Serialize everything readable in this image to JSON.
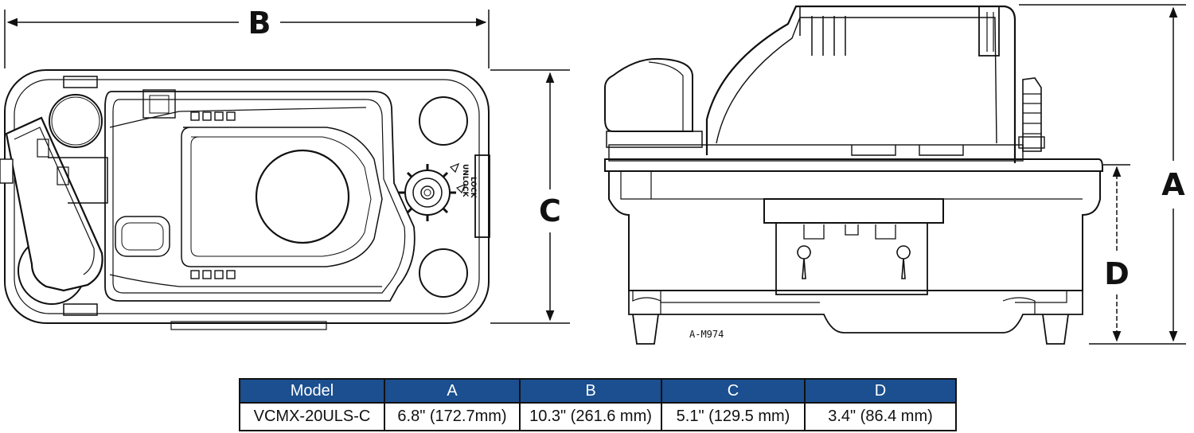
{
  "dimension_labels": {
    "a": "A",
    "b": "B",
    "c": "C",
    "d": "D"
  },
  "lock_labels": {
    "unlock": "UNLOCK",
    "lock": "LOCK"
  },
  "drawing_code": "A-M974",
  "spec_table": {
    "headers": [
      "Model",
      "A",
      "B",
      "C",
      "D"
    ],
    "rows": [
      [
        "VCMX-20ULS-C",
        "6.8\" (172.7mm)",
        "10.3\" (261.6 mm)",
        "5.1\" (129.5 mm)",
        "3.4\" (86.4 mm)"
      ]
    ]
  },
  "colors": {
    "header_bg": "#1b4f8f",
    "header_text": "#ffffff",
    "line": "#111111"
  }
}
